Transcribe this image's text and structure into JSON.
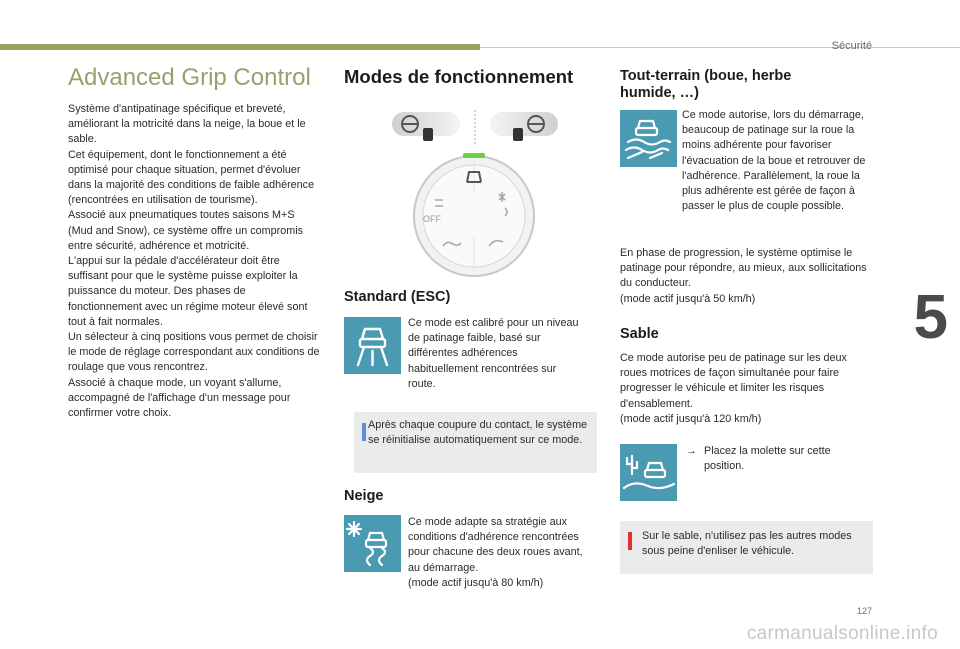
{
  "header": {
    "section": "Sécurité"
  },
  "chapter": "5",
  "page_number": "127",
  "watermark": "carmanualsonline.info",
  "col1": {
    "title": "Advanced Grip Control",
    "paragraphs": [
      "Système d'antipatinage spécifique et breveté, améliorant la motricité dans la neige, la boue et le sable.",
      "Cet équipement, dont le fonctionnement a été optimisé pour chaque situation, permet d'évoluer dans la majorité des conditions de faible adhérence (rencontrées en utilisation de tourisme).",
      "Associé aux pneumatiques toutes saisons M+S (Mud and Snow), ce système offre un compromis entre sécurité, adhérence et motricité.",
      "L'appui sur la pédale d'accélérateur doit être suffisant pour que le système puisse exploiter la puissance du moteur. Des phases de fonctionnement avec un régime moteur élevé sont tout à fait normales.",
      "Un sélecteur à cinq positions vous permet de choisir le mode de réglage correspondant aux conditions de roulage que vous rencontrez.",
      "Associé à chaque mode, un voyant s'allume, accompagné de l'affichage d'un message pour confirmer votre choix."
    ]
  },
  "col2": {
    "title": "Modes de fonctionnement",
    "dial_off": "OFF",
    "standard": {
      "title": "Standard (ESC)",
      "text": "Ce mode est calibré pour un niveau de patinage faible, basé sur différentes adhérences habituellement rencontrées sur route.",
      "info": "Après chaque coupure du contact, le système se réinitialise automatiquement sur ce mode."
    },
    "neige": {
      "title": "Neige",
      "text": "Ce mode adapte sa stratégie aux conditions d'adhérence rencontrées pour chacune des deux roues avant, au démarrage.",
      "mode": "(mode actif jusqu'à 80 km/h)"
    }
  },
  "col3": {
    "tout_terrain": {
      "title_line1": "Tout-terrain (boue, herbe",
      "title_line2": "humide, …)",
      "text": "Ce mode autorise, lors du démarrage, beaucoup de patinage sur la roue la moins adhérente pour favoriser l'évacuation de la boue et retrouver de l'adhérence. Parallèlement, la roue la plus adhérente est gérée de façon à passer le plus de couple possible.",
      "text2": "En phase de progression, le système optimise le patinage pour répondre, au mieux, aux sollicitations du conducteur.",
      "mode": "(mode actif jusqu'à 50 km/h)"
    },
    "sable": {
      "title": "Sable",
      "text": "Ce mode autorise peu de patinage sur les deux roues motrices de façon simultanée pour faire progresser le véhicule et limiter les risques d'ensablement.",
      "mode": "(mode actif jusqu'à 120 km/h)",
      "bullet": "Placez la molette sur cette position.",
      "warning": "Sur le sable, n'utilisez pas les autres modes sous peine d'enliser le véhicule."
    }
  },
  "colors": {
    "accent": "#98a35c",
    "tile": "#4a9ab2",
    "info": "#5b8fd6",
    "warning": "#e0312e"
  }
}
